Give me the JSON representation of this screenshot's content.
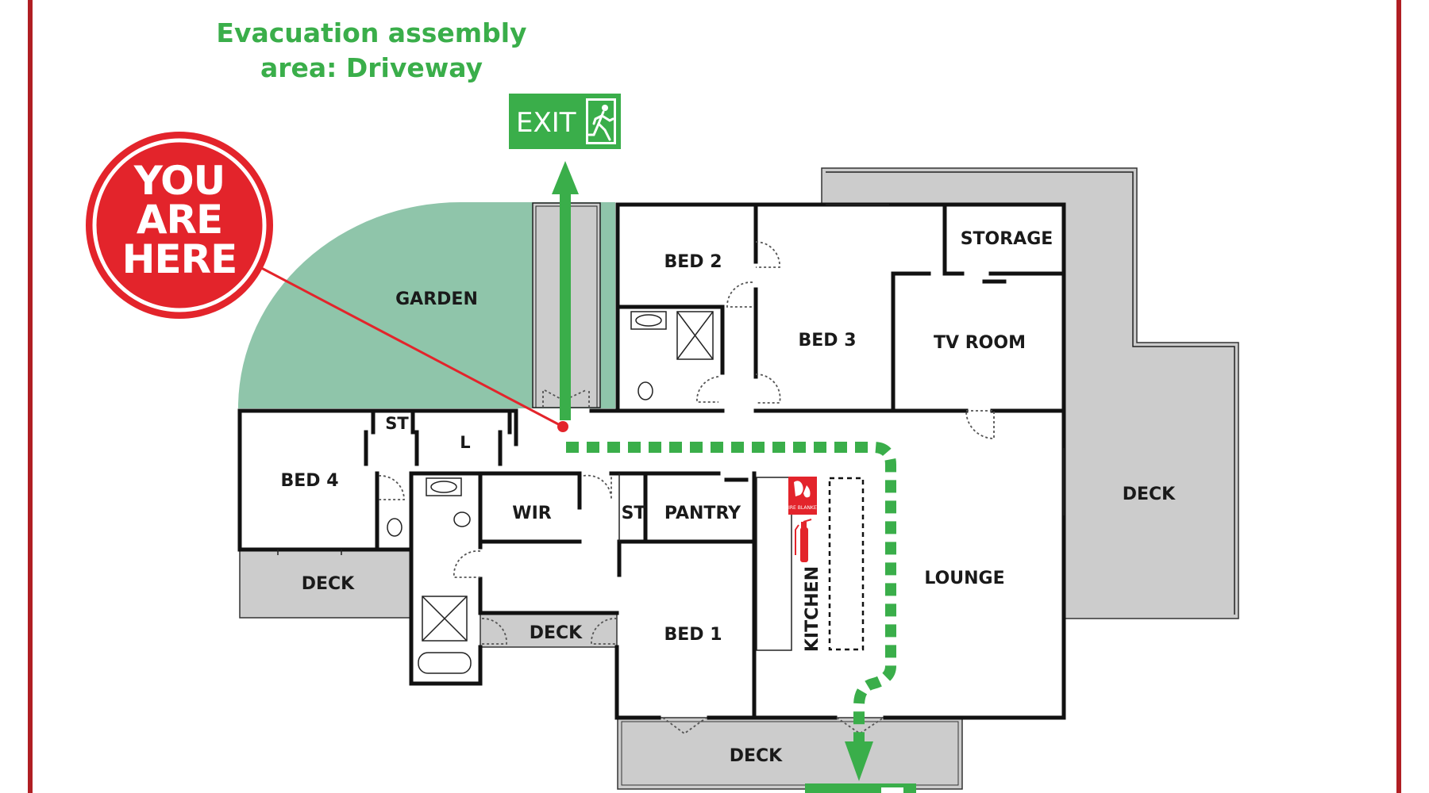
{
  "heading": {
    "line1": "Evacuation assembly",
    "line2": "area: Driveway"
  },
  "exit_sign": {
    "label": "EXIT",
    "icon": "running-man-exit-icon"
  },
  "you_are_here": {
    "line1": "YOU",
    "line2": "ARE",
    "line3": "HERE"
  },
  "rooms": {
    "garden": "GARDEN",
    "bed2": "BED 2",
    "bed3": "BED 3",
    "storage": "STORAGE",
    "tv_room": "TV ROOM",
    "st_top": "ST",
    "laundry": "L",
    "bed4": "BED 4",
    "wir": "WIR",
    "st_mid": "ST",
    "pantry": "PANTRY",
    "kitchen": "KITCHEN",
    "lounge": "LOUNGE",
    "bed1": "BED 1",
    "deck_left": "DECK",
    "deck_middle": "DECK",
    "deck_right": "DECK",
    "deck_bottom": "DECK"
  },
  "safety_equipment": {
    "fire_blanket_label": "FIRE BLANKET",
    "fire_blanket_icon": "fire-blanket-icon",
    "extinguisher_icon": "fire-extinguisher-icon"
  },
  "colors": {
    "border_red": "#b01e23",
    "exit_green": "#3aae4a",
    "garden_green": "#8fc5aa",
    "deck_grey": "#cccccc",
    "marker_red": "#e3242b"
  }
}
